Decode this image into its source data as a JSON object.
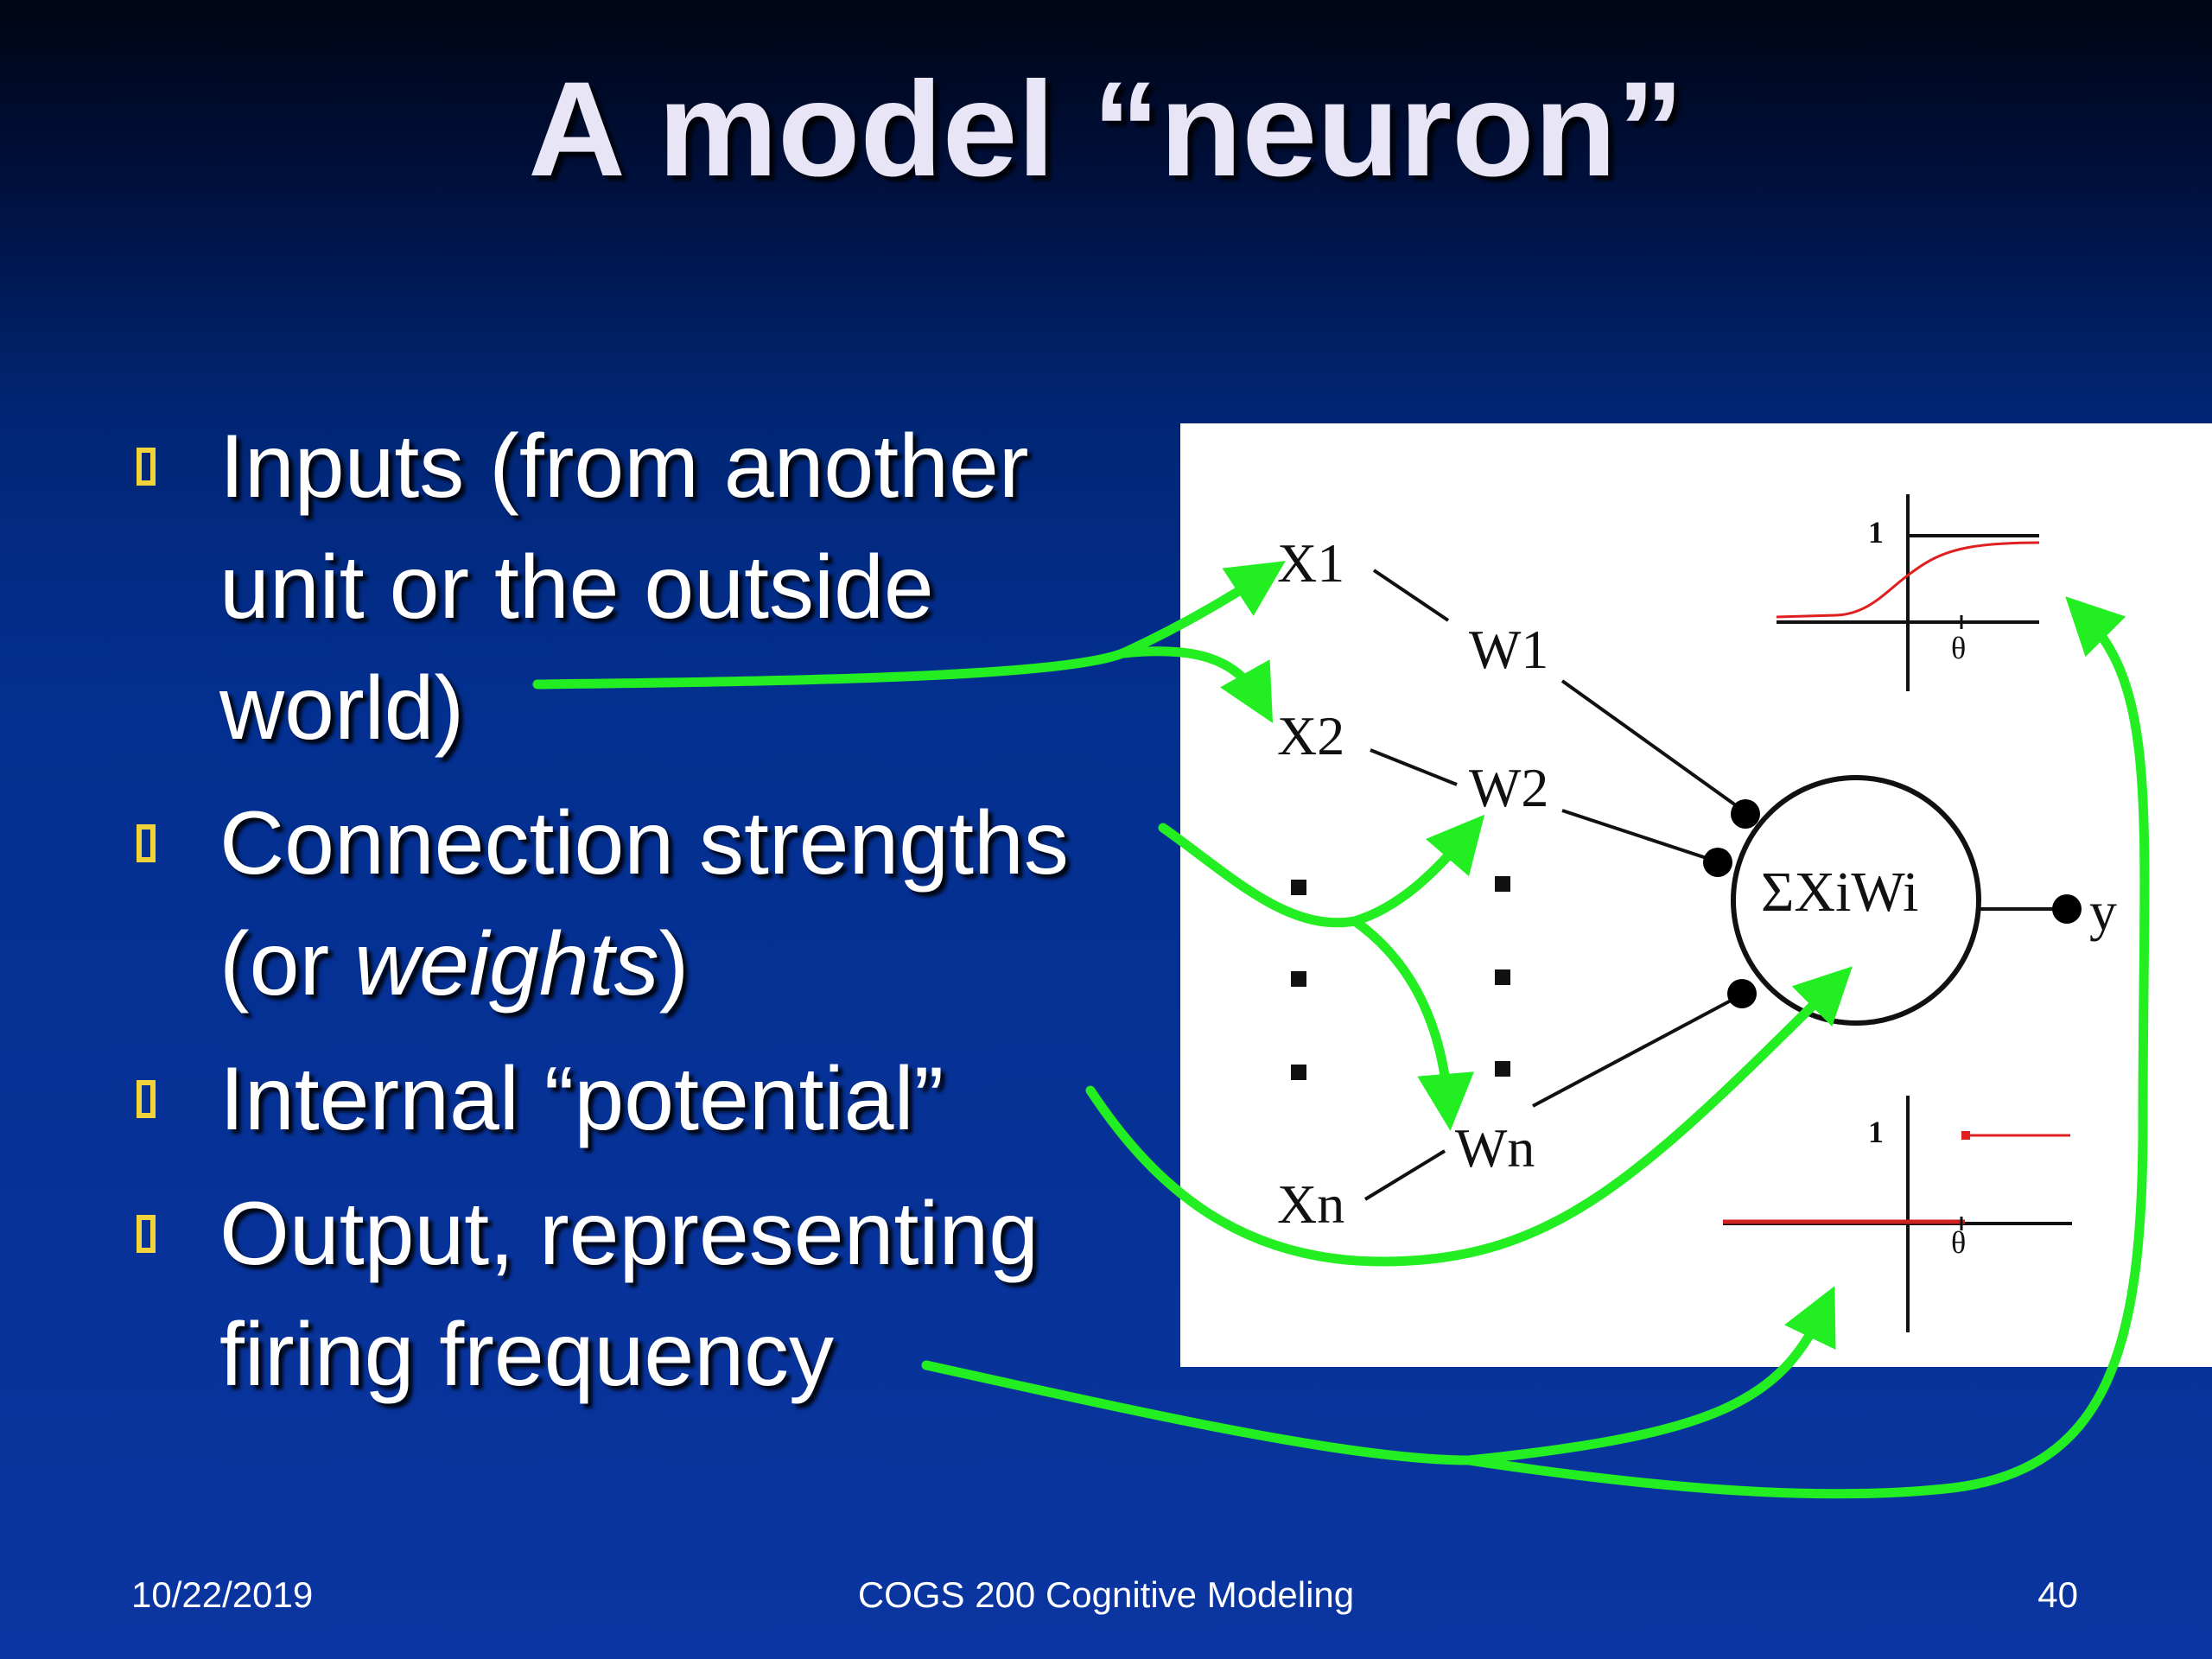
{
  "slide": {
    "title": "A model “neuron”",
    "bullets": [
      {
        "lines": [
          "Inputs (from another",
          "unit or the outside",
          "world)"
        ]
      },
      {
        "line1": "Connection strengths",
        "prefix": "(or ",
        "emph": "weights",
        "suffix": ")"
      },
      {
        "lines": [
          "Internal “potential”"
        ]
      },
      {
        "lines": [
          "Output, representing",
          "firing frequency"
        ]
      }
    ]
  },
  "diagram": {
    "inputs": {
      "x1": "X1",
      "x2": "X2",
      "xn": "Xn"
    },
    "weights": {
      "w1": "W1",
      "w2": "W2",
      "wn": "Wn"
    },
    "sum_label": "ΣXiWi",
    "output_label": "y",
    "sigmoid_graph": {
      "y_tick": "1",
      "x_tick": "θ"
    },
    "step_graph": {
      "y_tick": "1",
      "x_tick": "θ"
    }
  },
  "colors": {
    "arrow": "#22ee22",
    "bullet_marker": "#f1d33a",
    "curve": "#e02020"
  },
  "icons": {
    "bullet": "hollow-square-bullet"
  },
  "footer": {
    "date": "10/22/2019",
    "course": "COGS 200 Cognitive Modeling",
    "page": "40"
  }
}
